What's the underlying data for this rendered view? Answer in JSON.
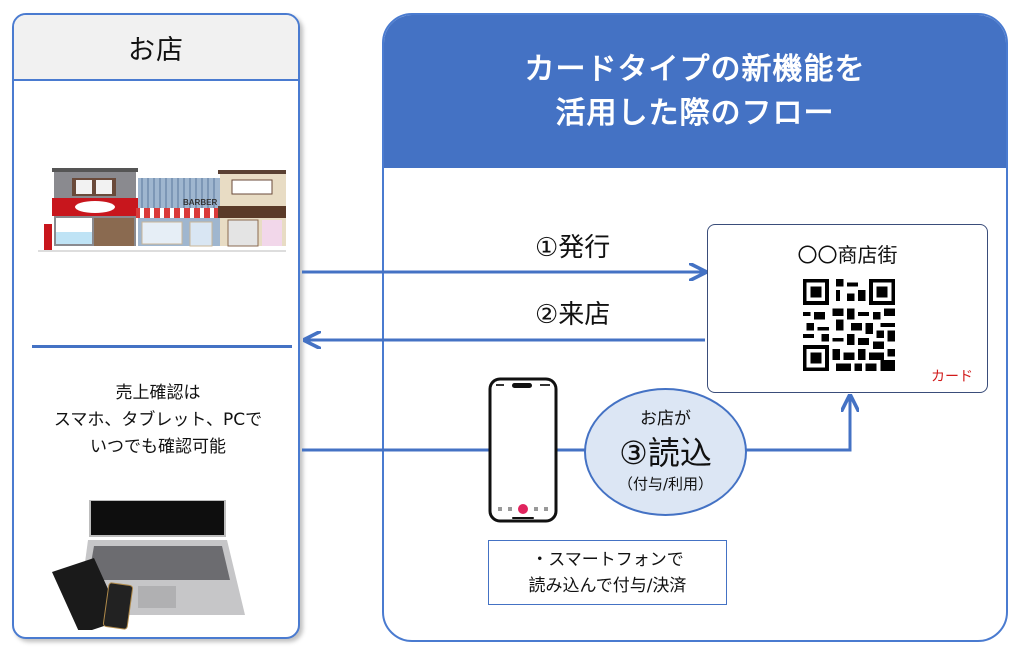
{
  "left_panel": {
    "title": "お店",
    "store_illustration": "shopping-street-storefronts",
    "store_sign_barber": "BARBER",
    "sales_text": [
      "売上確認は",
      "スマホ、タブレット、PCで",
      "いつでも確認可能"
    ],
    "devices_photo": "laptop-tablet-smartphone"
  },
  "right_panel": {
    "title_lines": [
      "カードタイプの新機能を",
      "活用した際のフロー"
    ],
    "card": {
      "title": "〇〇商店街",
      "label": "カード",
      "qr_icon": "qr-code"
    },
    "flow": {
      "step1": "①発行",
      "step2": "②来店",
      "step3_top": "お店が",
      "step3_main": "③読込",
      "step3_sub": "（付与/利用）"
    },
    "phone_icon": "smartphone",
    "note_lines": [
      "・スマートフォンで",
      "読み込んで付与/決済"
    ]
  },
  "colors": {
    "accent_blue": "#4472c4",
    "card_label_red": "#d11a1a",
    "ellipse_fill": "#dce6f4",
    "header_gray": "#f1f1f1"
  }
}
